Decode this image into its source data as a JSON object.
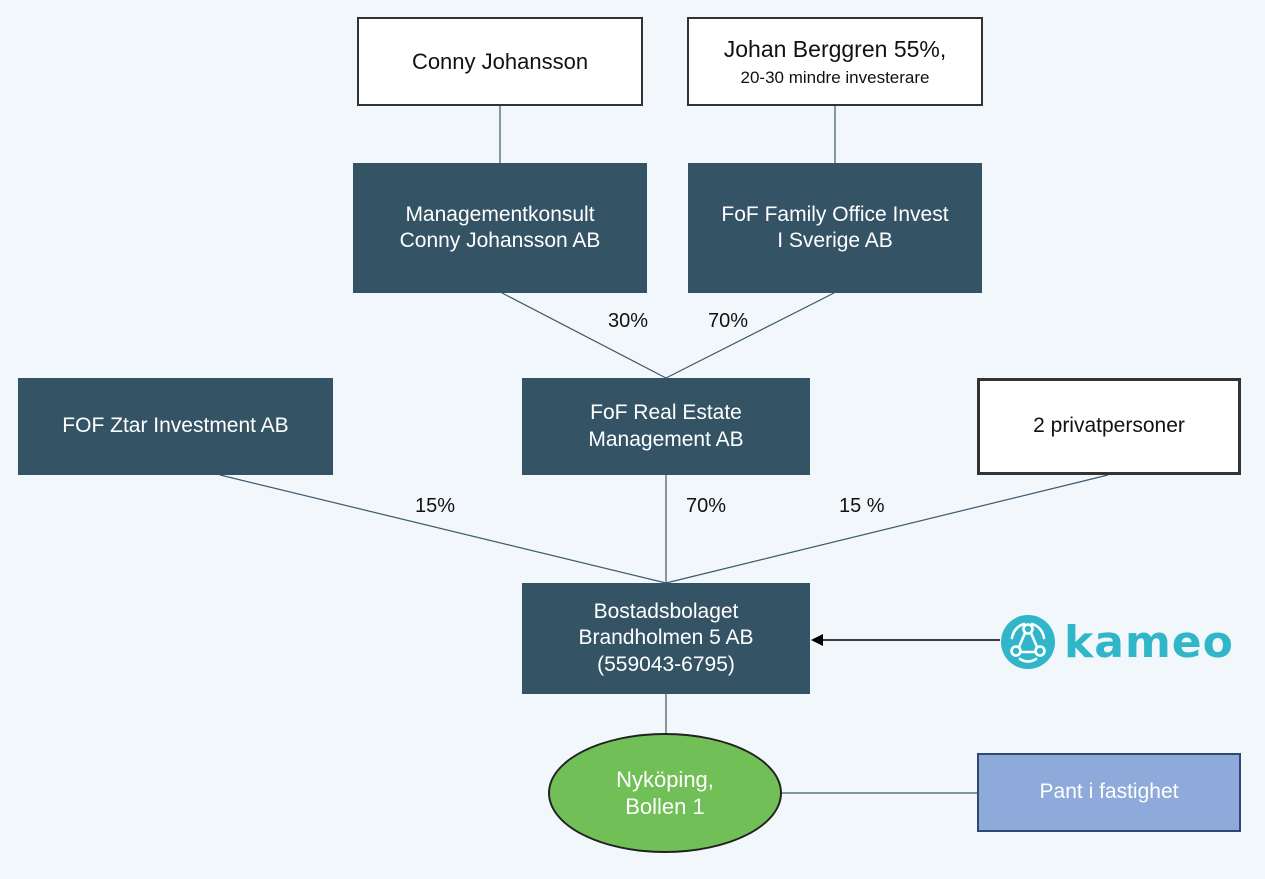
{
  "nodes": {
    "conny": {
      "line1": "Conny Johansson"
    },
    "johan": {
      "line1": "Johan Berggren 55%,",
      "line2": "20-30 mindre investerare"
    },
    "mgmt": {
      "line1": "Managementkonsult",
      "line2": "Conny Johansson AB"
    },
    "fof_family": {
      "line1": "FoF Family Office Invest",
      "line2": "I Sverige AB"
    },
    "ztar": {
      "line1": "FOF Ztar Investment AB"
    },
    "fof_re": {
      "line1": "FoF Real Estate",
      "line2": "Management AB"
    },
    "privat": {
      "line1": "2 privatpersoner"
    },
    "bostad": {
      "line1": "Bostadsbolaget",
      "line2": "Brandholmen 5 AB",
      "line3": "(559043-6795)"
    },
    "nykoping": {
      "line1": "Nyköping,",
      "line2": "Bollen 1"
    },
    "pant": {
      "line1": "Pant i fastighet"
    }
  },
  "percentages": {
    "mgmt_to_re": "30%",
    "family_to_re": "70%",
    "ztar_to_bostad": "15%",
    "re_to_bostad": "70%",
    "privat_to_bostad": "15 %"
  },
  "logo": {
    "wordmark": "kameo",
    "color": "#31b5c9"
  },
  "colors": {
    "dark_box": "#345466",
    "oval": "#70bf57",
    "pant_box": "#8eaadb",
    "background": "#f2f7fb"
  }
}
